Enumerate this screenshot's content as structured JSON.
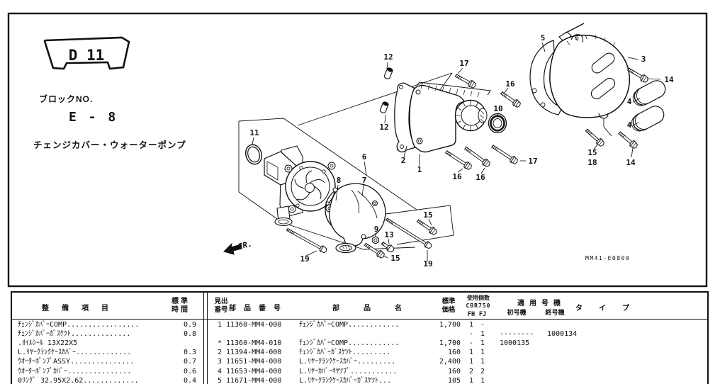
{
  "page": {
    "badge": "D 11",
    "block_label": "ブロックNO.",
    "block_no": "E - 8",
    "title": "チェンジカバー・ウォーターポンプ",
    "drawing_no": "MM41-E0800",
    "fr": "FR."
  },
  "diagram": {
    "callouts": [
      "12",
      "17",
      "16",
      "5",
      "3",
      "14",
      "4",
      "4",
      "10",
      "12",
      "15",
      "18",
      "14",
      "17",
      "16",
      "16",
      "11",
      "6",
      "7",
      "8",
      "2",
      "1",
      "9",
      "13",
      "15",
      "15",
      "19",
      "19"
    ]
  },
  "table": {
    "headers": {
      "item": "整備項目",
      "std1": "標準",
      "std2": "時間",
      "ref1": "見出",
      "ref2": "番号",
      "part": "部品番号",
      "name": "部品名",
      "price1": "標準",
      "price2": "価格",
      "qty1": "使用個数",
      "qty2": "CBR750",
      "qty_fh": "FH",
      "qty_fj": "FJ",
      "apply": "適用号機",
      "first": "初号機",
      "last": "終号機",
      "type": "タイプ"
    },
    "left_rows": [
      {
        "item": "ﾁｪﾝｼﾞｶﾊﾞｰCOMP.................",
        "time": "0.9"
      },
      {
        "item": "ﾁｪﾝｼﾞｶﾊﾞｰｶﾞｽｹﾂﾄ..............",
        "time": "0.8"
      },
      {
        "item": ".ｵｲﾙｼｰﾙ 13X22X5",
        "time": ""
      },
      {
        "item": "L.ﾘﾔｰｸﾗﾝｸｹｰｽｶﾊﾞｰ.............",
        "time": "0.3"
      },
      {
        "item": "ｳｵｰﾀｰﾎﾟﾝﾌﾟASSY...............",
        "time": "0.7"
      },
      {
        "item": "ｳｵｰﾀｰﾎﾟﾝﾌﾟｶﾊﾞｰ...............",
        "time": "0.6"
      },
      {
        "item": "0ﾘﾝｸﾞ 32.95X2.62.............",
        "time": "0.4"
      }
    ],
    "right_rows": [
      {
        "ref": "1",
        "part": "11360-MM4-000",
        "name": "ﾁｪﾝｼﾞｶﾊﾞｰCOMP............",
        "price": "1,700",
        "fh": "1",
        "fj": "-",
        "first": "",
        "last": ""
      },
      {
        "ref": "",
        "part": "",
        "name": "",
        "price": "",
        "fh": "-",
        "fj": "1",
        "first": "--------",
        "last": "1000134"
      },
      {
        "ref": "*",
        "part": "11360-MM4-010",
        "name": "ﾁｪﾝｼﾞｶﾊﾞｰCOMP............",
        "price": "1,700",
        "fh": "-",
        "fj": "1",
        "first": "1000135",
        "last": ""
      },
      {
        "ref": "2",
        "part": "11394-MM4-000",
        "name": "ﾁｪﾝｼﾞｶﾊﾞｰｶﾞｽｹﾂﾄ.........",
        "price": "160",
        "fh": "1",
        "fj": "1",
        "first": "",
        "last": ""
      },
      {
        "ref": "3",
        "part": "11651-MM4-000",
        "name": "L.ﾘﾔｰｸﾗﾝｸｹｰｽｶﾊﾞｰ.........",
        "price": "2,400",
        "fh": "1",
        "fj": "1",
        "first": "",
        "last": ""
      },
      {
        "ref": "4",
        "part": "11653-MM4-000",
        "name": "L.ﾘﾔｰｶﾊﾞｰｷﾔﾂﾌﾟ...........",
        "price": "160",
        "fh": "2",
        "fj": "2",
        "first": "",
        "last": ""
      },
      {
        "ref": "5",
        "part": "11671-MM4-000",
        "name": "L.ﾘﾔｰｸﾗﾝｸｹｰｽｶﾊﾞｰｶﾞｽｹﾂﾄ...",
        "price": "105",
        "fh": "1",
        "fj": "1",
        "first": "",
        "last": ""
      }
    ]
  }
}
